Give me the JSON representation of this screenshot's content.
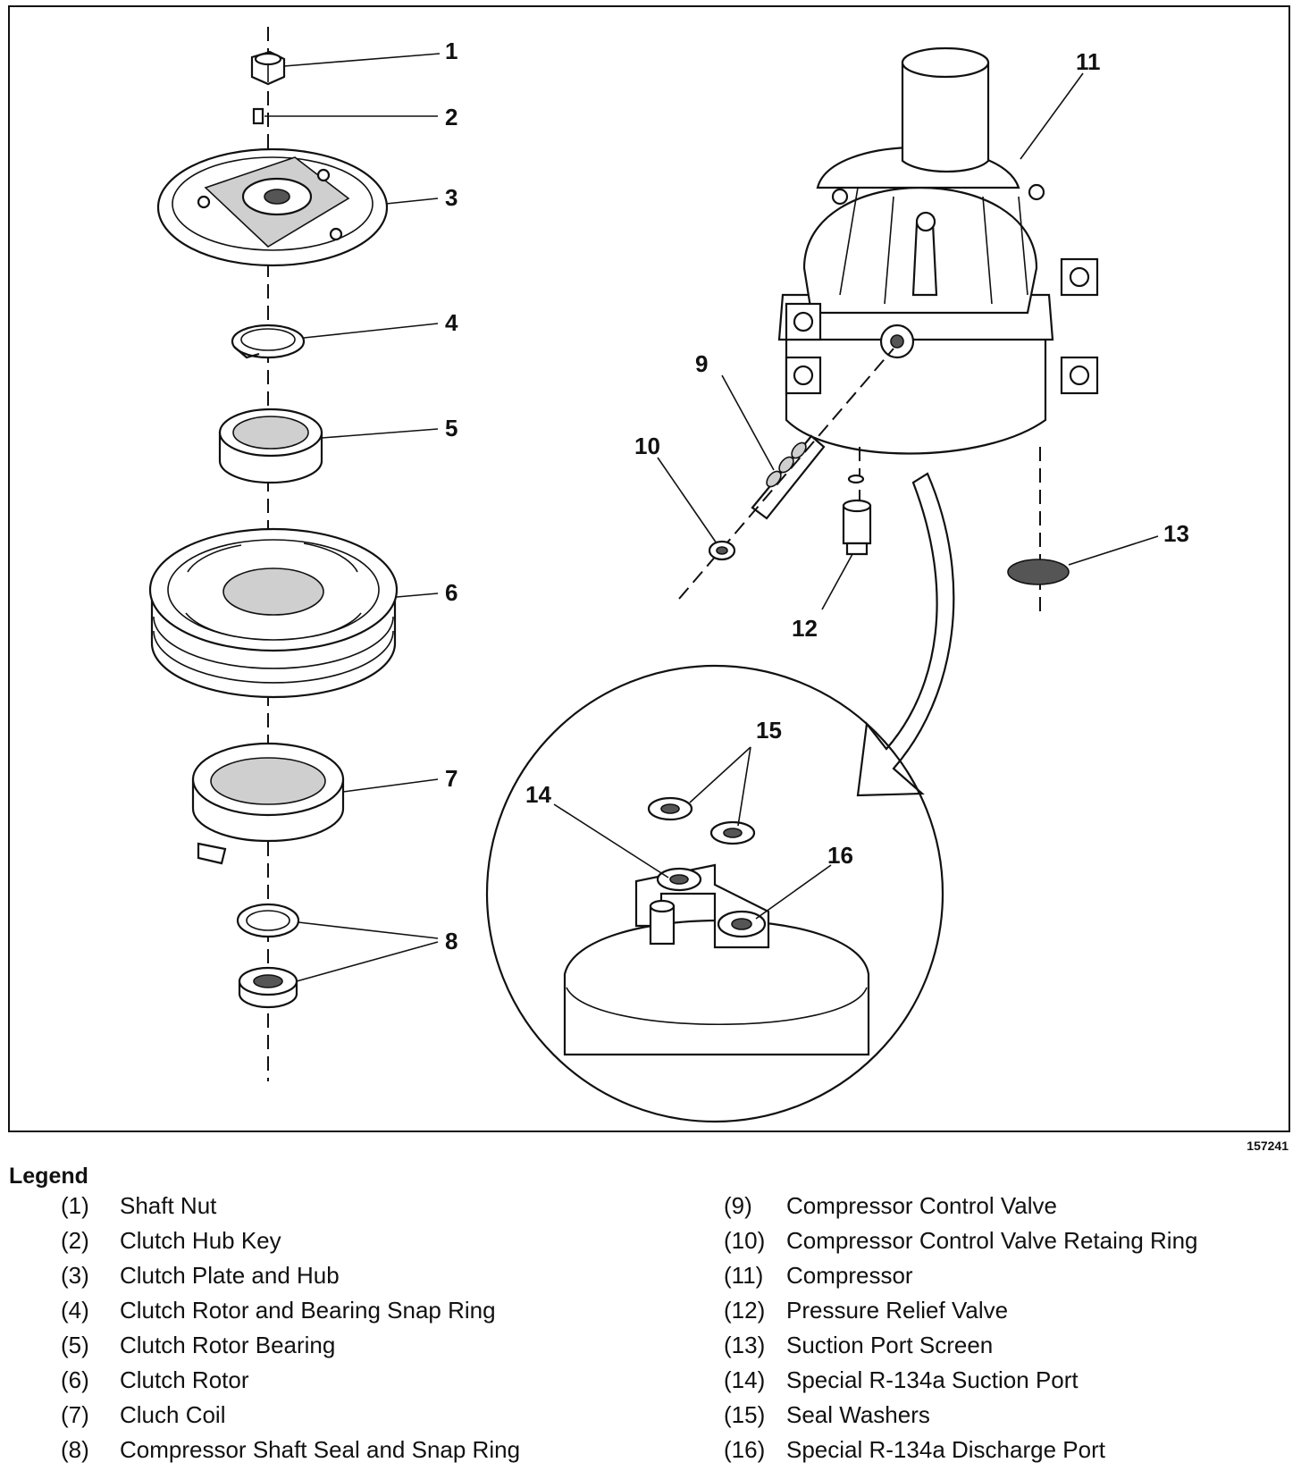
{
  "figure": {
    "number": "157241",
    "callouts": [
      "1",
      "2",
      "3",
      "4",
      "5",
      "6",
      "7",
      "8",
      "9",
      "10",
      "11",
      "12",
      "13",
      "14",
      "15",
      "16"
    ]
  },
  "legend": {
    "title": "Legend",
    "left": [
      {
        "num": "(1)",
        "label": "Shaft Nut"
      },
      {
        "num": "(2)",
        "label": "Clutch Hub Key"
      },
      {
        "num": "(3)",
        "label": "Clutch Plate and Hub"
      },
      {
        "num": "(4)",
        "label": "Clutch Rotor and Bearing Snap Ring"
      },
      {
        "num": "(5)",
        "label": "Clutch Rotor Bearing"
      },
      {
        "num": "(6)",
        "label": "Clutch Rotor"
      },
      {
        "num": "(7)",
        "label": "Cluch Coil"
      },
      {
        "num": "(8)",
        "label": "Compressor Shaft Seal and Snap Ring"
      }
    ],
    "right": [
      {
        "num": "(9)",
        "label": "Compressor Control Valve"
      },
      {
        "num": "(10)",
        "label": "Compressor Control Valve Retaing Ring"
      },
      {
        "num": "(11)",
        "label": "Compressor"
      },
      {
        "num": "(12)",
        "label": "Pressure Relief Valve"
      },
      {
        "num": "(13)",
        "label": "Suction Port Screen"
      },
      {
        "num": "(14)",
        "label": "Special R-134a Suction Port"
      },
      {
        "num": "(15)",
        "label": "Seal Washers"
      },
      {
        "num": "(16)",
        "label": "Special R-134a Discharge Port"
      }
    ]
  }
}
